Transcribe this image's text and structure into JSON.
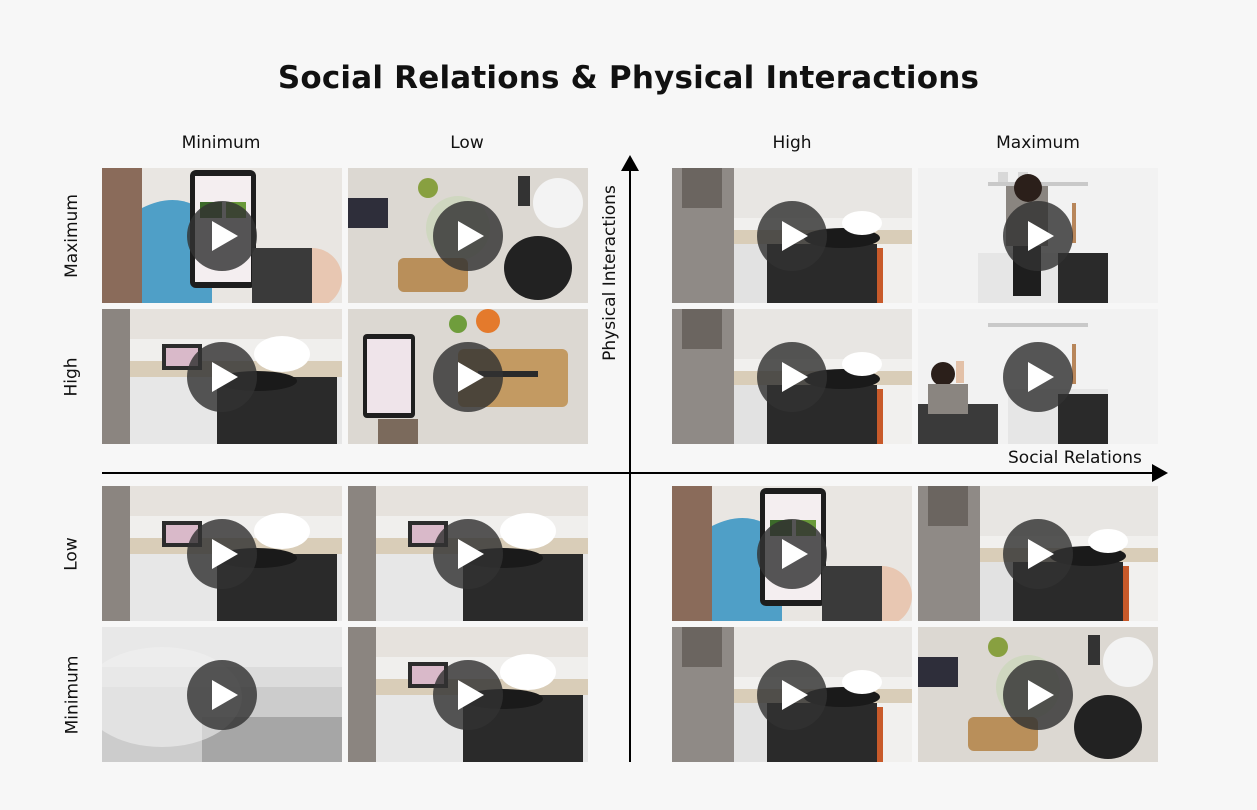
{
  "title": "Social Relations & Physical Interactions",
  "columns": [
    "Minimum",
    "Low",
    "High",
    "Maximum"
  ],
  "rows": [
    "Maximum",
    "High",
    "Low",
    "Minimum"
  ],
  "axes": {
    "x_label": "Social Relations",
    "y_label": "Physical Interactions"
  },
  "tiles": [
    {
      "row": "Maximum",
      "col": "Minimum",
      "scene": "tablet-hands",
      "icon": "play-icon"
    },
    {
      "row": "Maximum",
      "col": "Low",
      "scene": "overhead-kitchen",
      "icon": "play-icon"
    },
    {
      "row": "Maximum",
      "col": "High",
      "scene": "kitchen-person",
      "icon": "play-icon"
    },
    {
      "row": "Maximum",
      "col": "Maximum",
      "scene": "person-back",
      "icon": "play-icon"
    },
    {
      "row": "High",
      "col": "Minimum",
      "scene": "kitchen-counter",
      "icon": "play-icon"
    },
    {
      "row": "High",
      "col": "Low",
      "scene": "overhead-tablet",
      "icon": "play-icon"
    },
    {
      "row": "High",
      "col": "High",
      "scene": "kitchen-person",
      "icon": "play-icon"
    },
    {
      "row": "High",
      "col": "Maximum",
      "scene": "person-seated",
      "icon": "play-icon"
    },
    {
      "row": "Low",
      "col": "Minimum",
      "scene": "kitchen-counter",
      "icon": "play-icon"
    },
    {
      "row": "Low",
      "col": "Low",
      "scene": "kitchen-counter",
      "icon": "play-icon"
    },
    {
      "row": "Low",
      "col": "High",
      "scene": "tablet-hands",
      "icon": "play-icon"
    },
    {
      "row": "Low",
      "col": "Maximum",
      "scene": "kitchen-person",
      "icon": "play-icon"
    },
    {
      "row": "Minimum",
      "col": "Minimum",
      "scene": "blurred",
      "icon": "play-icon"
    },
    {
      "row": "Minimum",
      "col": "Low",
      "scene": "kitchen-counter",
      "icon": "play-icon"
    },
    {
      "row": "Minimum",
      "col": "High",
      "scene": "kitchen-person",
      "icon": "play-icon"
    },
    {
      "row": "Minimum",
      "col": "Maximum",
      "scene": "overhead-kitchen",
      "icon": "play-icon"
    }
  ],
  "colors": {
    "background": "#f7f7f7",
    "play_button": "#323232",
    "axis": "#000000"
  }
}
